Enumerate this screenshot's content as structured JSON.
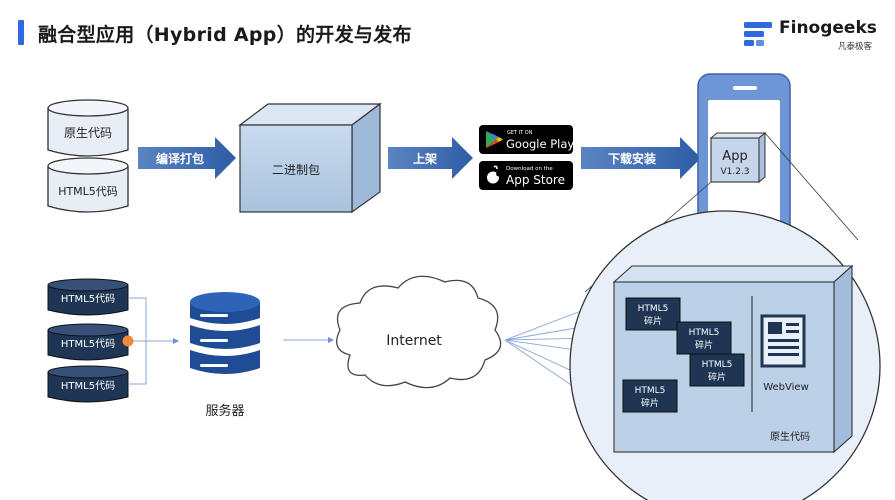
{
  "title": "融合型应用（Hybrid App）的开发与发布",
  "brand": {
    "name": "Finogeeks",
    "sub": "凡泰极客",
    "color": "#2f6ae0"
  },
  "top_flow": {
    "source_code": "原生代码",
    "html5_code": "HTML5代码",
    "compile_arrow": "编译打包",
    "binary_box": "二进制包",
    "publish_arrow": "上架",
    "google_play": {
      "small": "GET IT ON",
      "big": "Google Play"
    },
    "app_store": {
      "small": "Download on the",
      "big": "App Store"
    },
    "install_arrow": "下载安装",
    "app_card": {
      "name": "App",
      "version": "V1.2.3"
    }
  },
  "bottom_flow": {
    "html5_stack": [
      "HTML5代码",
      "HTML5代码",
      "HTML5代码"
    ],
    "server_label": "服务器",
    "internet_label": "Internet",
    "fragments": [
      {
        "line1": "HTML5",
        "line2": "碎片"
      },
      {
        "line1": "HTML5",
        "line2": "碎片"
      },
      {
        "line1": "HTML5",
        "line2": "碎片"
      },
      {
        "line1": "HTML5",
        "line2": "碎片"
      }
    ],
    "webview_label": "WebView",
    "native_label": "原生代码"
  },
  "colors": {
    "accent_blue": "#2f6ae0",
    "arrow_blue": "#2e5da5",
    "box_blue": "#b8cfe8",
    "dark_cylinder": "#1f3554",
    "server_blue": "#1f4c94",
    "orange_dot": "#f08a3c"
  }
}
